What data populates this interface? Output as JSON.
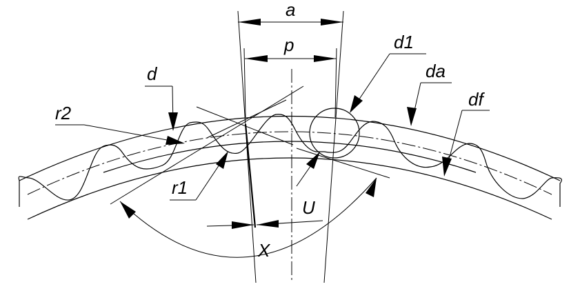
{
  "labels": {
    "a": "a",
    "p": "p",
    "d": "d",
    "d1": "d1",
    "da": "da",
    "df": "df",
    "r2": "r2",
    "r1": "r1",
    "U": "U",
    "X": "X"
  }
}
